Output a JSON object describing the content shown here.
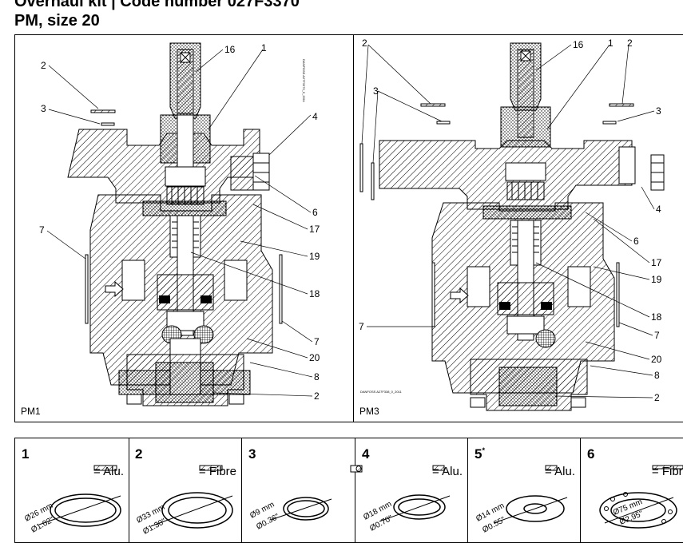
{
  "header": {
    "line1": "Overhaul kit   |   Code number 027F3370",
    "line2": "PM, size 20"
  },
  "panels": [
    {
      "label": "PM1",
      "stamp": "DANFOSS A27F3370_0_2011",
      "callouts": [
        "2",
        "3",
        "16",
        "1",
        "4",
        "6",
        "17",
        "7",
        "19",
        "18",
        "7",
        "20",
        "8",
        "2"
      ]
    },
    {
      "label": "PM3",
      "stamp": "DANFOSS A27F338_0_2011",
      "callouts": [
        "2",
        "3",
        "16",
        "1",
        "2",
        "3",
        "4",
        "6",
        "17",
        "19",
        "7",
        "18",
        "7",
        "20",
        "8",
        "2"
      ]
    }
  ],
  "parts": [
    {
      "num": "1",
      "star": "",
      "material": "= Alu.",
      "dim_mm": "Ø26 mm",
      "dim_in": "Ø1.02\""
    },
    {
      "num": "2",
      "star": "",
      "material": "= Fibre",
      "dim_mm": "Ø33 mm",
      "dim_in": "Ø1.30\""
    },
    {
      "num": "3",
      "star": "",
      "material": "",
      "dim_mm": "Ø9 mm",
      "dim_in": "Ø0.36\""
    },
    {
      "num": "4",
      "star": "",
      "material": "= Alu.",
      "dim_mm": "Ø18 mm",
      "dim_in": "Ø0.70\""
    },
    {
      "num": "5",
      "star": "*",
      "material": "= Alu.",
      "dim_mm": "Ø14 mm",
      "dim_in": "Ø0.55\""
    },
    {
      "num": "6",
      "star": "",
      "material": "= Fibre",
      "dim_mm": "Ø75 mm",
      "dim_in": "Ø2.95\""
    }
  ]
}
